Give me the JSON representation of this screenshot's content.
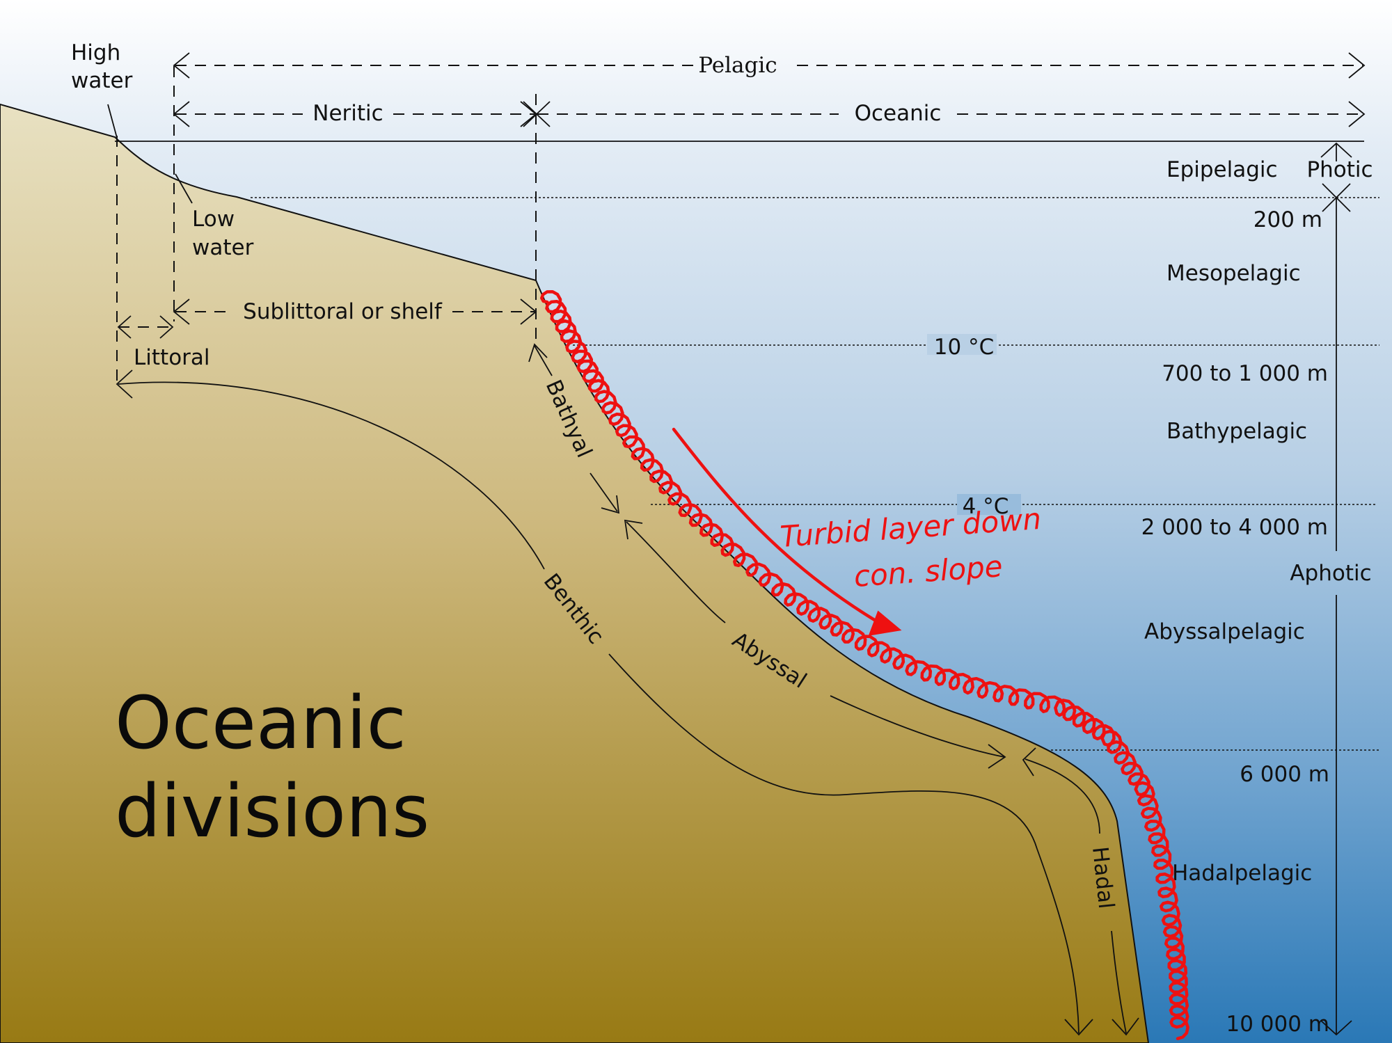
{
  "title": {
    "line1": "Oceanic",
    "line2": "divisions"
  },
  "horizontal_zones": {
    "pelagic": "Pelagic",
    "neritic": "Neritic",
    "oceanic": "Oceanic"
  },
  "shore_labels": {
    "high_water_line1": "High",
    "high_water_line2": "water",
    "low_water_line1": "Low",
    "low_water_line2": "water",
    "sublittoral": "Sublittoral or shelf",
    "littoral": "Littoral"
  },
  "benthic_zones": {
    "benthic": "Benthic",
    "bathyal": "Bathyal",
    "abyssal": "Abyssal",
    "hadal": "Hadal"
  },
  "pelagic_layers": {
    "epipelagic": "Epipelagic",
    "mesopelagic": "Mesopelagic",
    "bathypelagic": "Bathypelagic",
    "abyssalpelagic": "Abyssalpelagic",
    "hadalpelagic": "Hadalpelagic"
  },
  "depths": {
    "d200": "200 m",
    "d700": "700 to 1 000 m",
    "d2000": "2 000 to 4 000 m",
    "d6000": "6 000 m",
    "d10000": "10 000 m"
  },
  "temperatures": {
    "t10": "10 °C",
    "t4": "4 °C"
  },
  "light": {
    "photic": "Photic",
    "aphotic": "Aphotic"
  },
  "annotation": {
    "line1": "Turbid layer down",
    "line2": "con. slope"
  },
  "colors": {
    "sky": "#ffffff",
    "water_top": "#e3ecf5",
    "water_bottom": "#2a78b6",
    "sediment_top": "#e8e1c2",
    "sediment_bottom": "#987a14",
    "annotation": "#ee1111"
  }
}
